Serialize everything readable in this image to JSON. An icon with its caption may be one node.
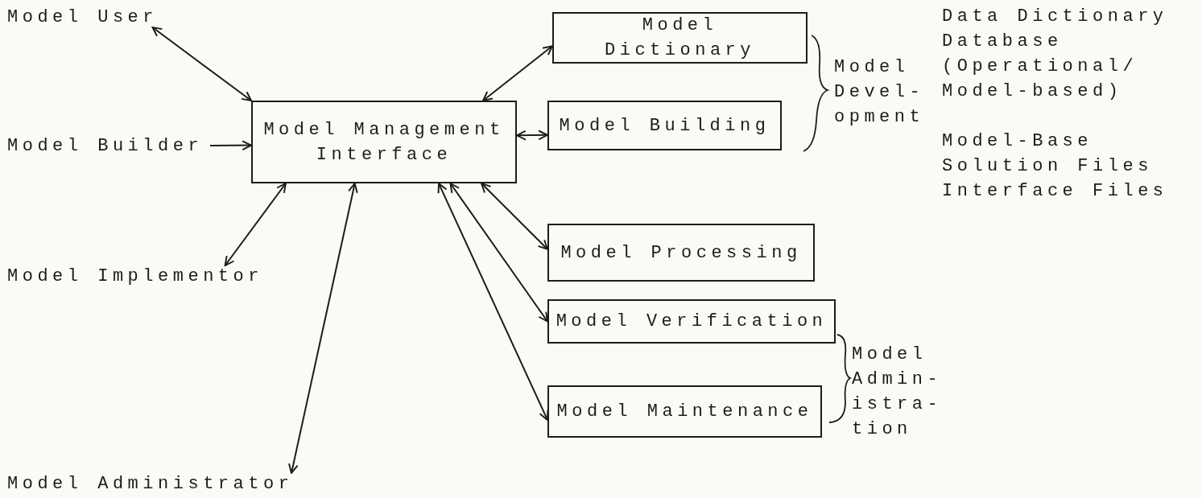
{
  "diagram": {
    "nodes": [
      {
        "text": [
          "Model User"
        ]
      },
      {
        "text": [
          "Model Builder"
        ]
      },
      {
        "text": [
          "Model Implementor"
        ]
      },
      {
        "text": [
          "Model Administrator"
        ]
      },
      {
        "text": [
          "Model Management Interface"
        ]
      },
      {
        "text": [
          "Model Dictionary"
        ]
      },
      {
        "text": [
          "Model Building"
        ]
      },
      {
        "text": [
          "Model Processing"
        ]
      },
      {
        "text": [
          "Model Verification"
        ]
      },
      {
        "text": [
          "Model Maintenance"
        ]
      }
    ],
    "edges": [
      {
        "from": 0,
        "to": 4,
        "arrow": "both"
      },
      {
        "from": 1,
        "to": 4,
        "arrow": "to"
      },
      {
        "from": 2,
        "to": 4,
        "arrow": "both"
      },
      {
        "from": 3,
        "to": 4,
        "arrow": "both"
      },
      {
        "from": 4,
        "to": 5,
        "arrow": "both"
      },
      {
        "from": 4,
        "to": 6,
        "arrow": "both"
      },
      {
        "from": 4,
        "to": 7,
        "arrow": "both"
      },
      {
        "from": 4,
        "to": 8,
        "arrow": "both"
      },
      {
        "from": 4,
        "to": 9,
        "arrow": "both"
      }
    ],
    "labels": [
      "Model Devel- opment",
      "Data Dictionary Database (Operational/ Model-based)",
      "Model-Base Solution Files Interface Files",
      "Model Admin- istra- tion"
    ]
  }
}
